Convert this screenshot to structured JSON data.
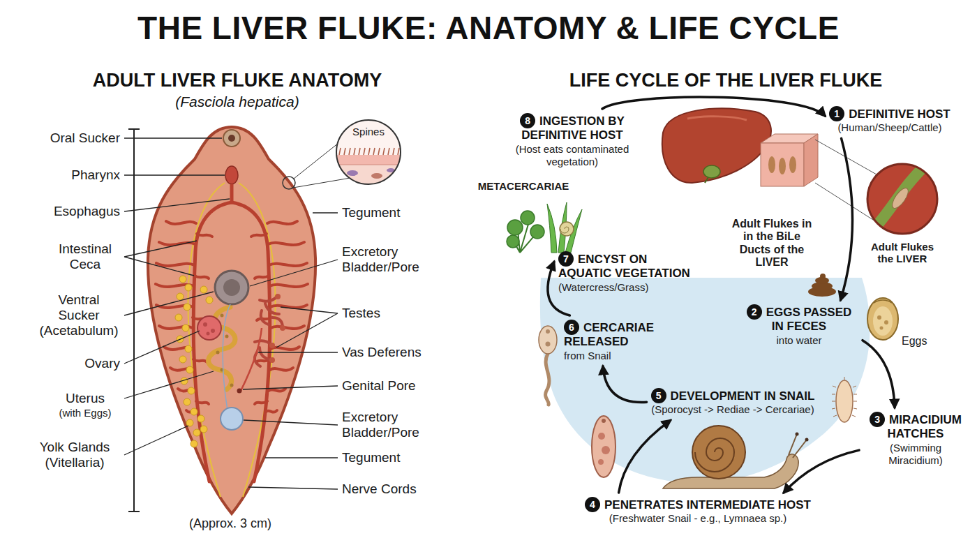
{
  "diagram": {
    "title": "THE LIVER FLUKE: ANATOMY & LIFE CYCLE",
    "nodes": [
      {
        "text": [
          "1",
          "DEFINITIVE HOST",
          "(Human/Sheep/Cattle)"
        ]
      },
      {
        "text": [
          "2",
          "EGGS PASSED IN FECES",
          "into water"
        ]
      },
      {
        "text": [
          "3",
          "MIRACIDIUM HATCHES",
          "(Swimming Miracidium)"
        ]
      },
      {
        "text": [
          "4",
          "PENETRATES INTERMEDIATE HOST",
          "(Freshwater Snail - e.g., Lymnaea sp.)"
        ]
      },
      {
        "text": [
          "5",
          "DEVELOPMENT IN SNAIL",
          "(Sporocyst -> Rediae -> Cercariae)"
        ]
      },
      {
        "text": [
          "6",
          "CERCARIAE RELEASED",
          "from Snail"
        ]
      },
      {
        "text": [
          "7",
          "ENCYST ON AQUATIC VEGETATION",
          "(Watercress/Grass)"
        ]
      },
      {
        "text": [
          "8",
          "INGESTION BY DEFINITIVE HOST",
          "(Host eats contaminated vegetation)"
        ]
      }
    ],
    "edges": [
      {
        "from": 0,
        "to": 1,
        "arrow": "to"
      },
      {
        "from": 1,
        "to": 2,
        "arrow": "to"
      },
      {
        "from": 2,
        "to": 3,
        "arrow": "to"
      },
      {
        "from": 3,
        "to": 4,
        "arrow": "to"
      },
      {
        "from": 4,
        "to": 5,
        "arrow": "to"
      },
      {
        "from": 5,
        "to": 6,
        "arrow": "to"
      },
      {
        "from": 7,
        "to": 0,
        "arrow": "to"
      }
    ],
    "labels": [
      "ADULT LIVER FLUKE ANATOMY",
      "(Fasciola hepatica)",
      "Oral Sucker",
      "Pharynx",
      "Esophagus",
      "Intestinal Ceca",
      "Ventral Sucker (Acetabulum)",
      "Ovary",
      "Uterus",
      "(with Eggs)",
      "Yolk Glands (Vitellaria)",
      "Spines",
      "Tegument",
      "Excretory Bladder/Pore",
      "Testes",
      "Vas Deferens",
      "Genital Pore",
      "Excretory Bladder/Pore",
      "Tegument",
      "Nerve Cords",
      "(Approx. 3 cm)",
      "LIFE CYCLE OF THE LIVER FLUKE",
      "METACERCARIAE",
      "Adult Flukes in in the BiLe Ducts of the LIVER",
      "Adult Flukes the LIVER",
      "Eggs"
    ]
  }
}
